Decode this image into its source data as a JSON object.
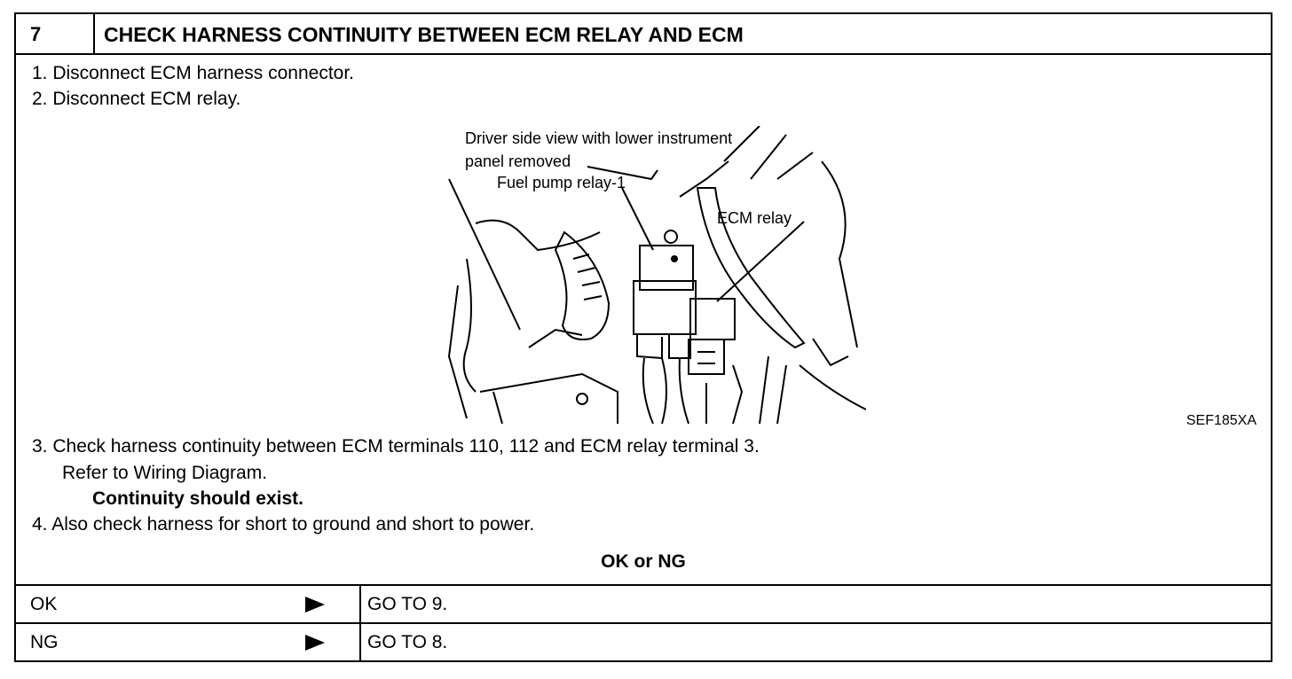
{
  "header": {
    "step": "7",
    "title": "CHECK HARNESS CONTINUITY BETWEEN ECM RELAY AND ECM"
  },
  "steps_before": [
    "1. Disconnect ECM harness connector.",
    "2. Disconnect ECM relay."
  ],
  "figure": {
    "label_line1": "Driver side view with lower instrument",
    "label_line2": "panel removed",
    "label_fuel": "Fuel pump relay-1",
    "label_ecm": "ECM relay",
    "code": "SEF185XA"
  },
  "steps_after": {
    "s3_line1": "3. Check harness continuity between ECM terminals 110, 112 and ECM relay terminal 3.",
    "s3_line2": "Refer to Wiring Diagram.",
    "s3_emph": "Continuity should exist.",
    "s4": "4. Also check harness for short to ground and short to power."
  },
  "result_header": "OK or NG",
  "results": [
    {
      "label": "OK",
      "action": "GO TO 9."
    },
    {
      "label": "NG",
      "action": "GO TO 8."
    }
  ]
}
